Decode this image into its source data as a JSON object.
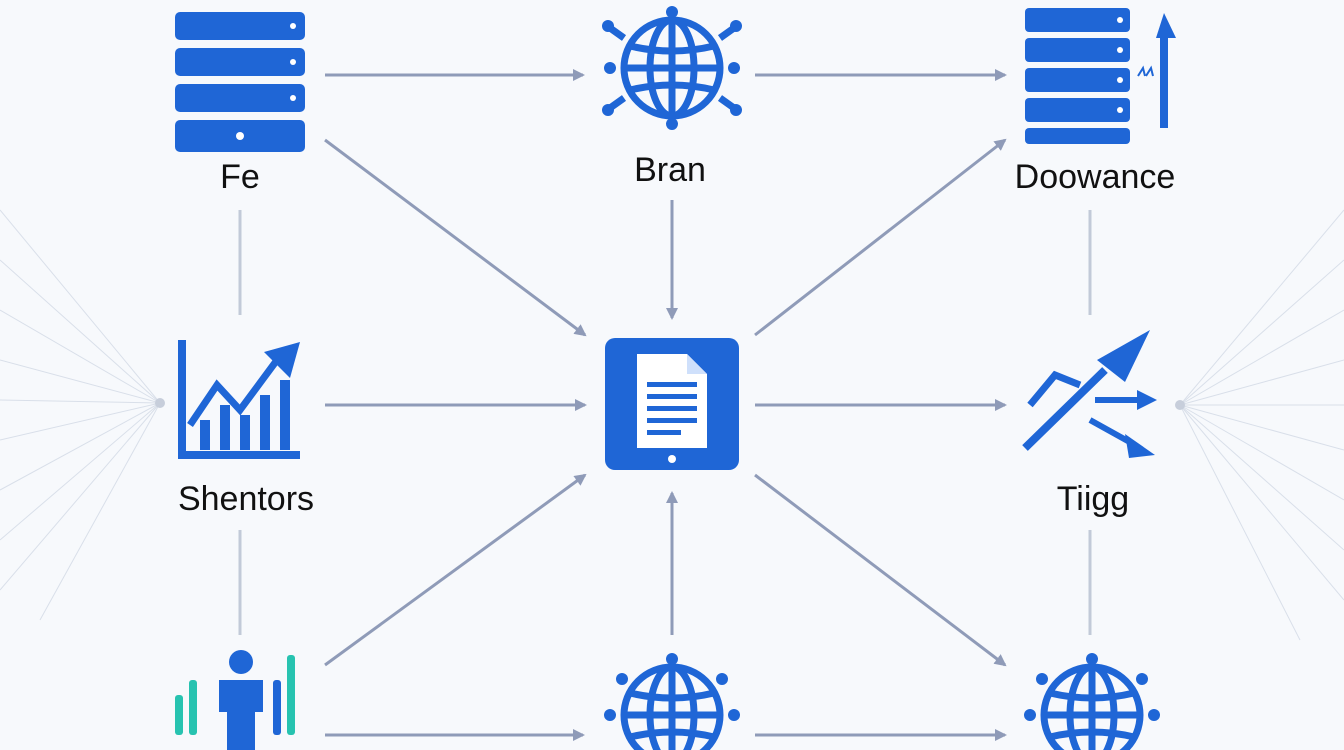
{
  "colors": {
    "icon": "#1f66d6",
    "arrow": "#8f9bb8",
    "connector": "#c2cad8",
    "background": "#f7f9fc",
    "label": "#111111",
    "accent_teal": "#27c3b0"
  },
  "nodes": {
    "fe": {
      "label": "Fe",
      "icon": "server-rack-icon"
    },
    "bran": {
      "label": "Bran",
      "icon": "globe-network-icon"
    },
    "doowance": {
      "label": "Doowance",
      "icon": "server-rack-upload-icon"
    },
    "shentors": {
      "label": "Shentors",
      "icon": "growth-chart-icon"
    },
    "center": {
      "label": "",
      "icon": "document-tablet-icon"
    },
    "tiigg": {
      "label": "Tiigg",
      "icon": "branching-arrows-icon"
    },
    "person": {
      "label": "",
      "icon": "person-bar-chart-icon"
    },
    "globe_bottom_center": {
      "label": "",
      "icon": "globe-network-icon"
    },
    "globe_bottom_right": {
      "label": "",
      "icon": "globe-network-icon"
    }
  },
  "edges": [
    {
      "from": "fe",
      "to": "bran"
    },
    {
      "from": "bran",
      "to": "doowance"
    },
    {
      "from": "fe",
      "to": "center"
    },
    {
      "from": "bran",
      "to": "center"
    },
    {
      "from": "center",
      "to": "doowance"
    },
    {
      "from": "shentors",
      "to": "center"
    },
    {
      "from": "center",
      "to": "tiigg"
    },
    {
      "from": "person",
      "to": "center"
    },
    {
      "from": "globe_bottom_center",
      "to": "center"
    },
    {
      "from": "center",
      "to": "globe_bottom_right"
    },
    {
      "from": "person",
      "to": "globe_bottom_center"
    },
    {
      "from": "globe_bottom_center",
      "to": "globe_bottom_right"
    }
  ]
}
